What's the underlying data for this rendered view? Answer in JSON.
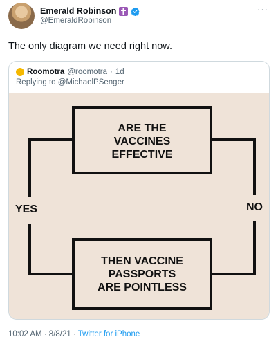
{
  "tweet": {
    "author_name": "Emerald Robinson",
    "author_handle": "@EmeraldRobinson",
    "text": "The only diagram we need right now.",
    "more_icon": "more-horizontal-icon",
    "badges": [
      "cross-icon",
      "verified-icon"
    ]
  },
  "quote": {
    "author_name": "Roomotra",
    "author_handle": "@roomotra",
    "dot": "·",
    "time": "1d",
    "reply_prefix": "Replying to ",
    "reply_user": "@MichaelPSenger",
    "diagram": {
      "top_box": [
        "ARE THE",
        "VACCINES",
        "EFFECTIVE"
      ],
      "bottom_box": [
        "THEN VACCINE",
        "PASSPORTS",
        "ARE POINTLESS"
      ],
      "left_label": "YES",
      "right_label": "NO",
      "background": "#efe3d8"
    }
  },
  "footer": {
    "time": "10:02 AM · 8/8/21 · ",
    "source": "Twitter for iPhone"
  },
  "colors": {
    "accent": "#1d9bf0",
    "secondary_text": "#536471",
    "badge_purple": "#9b59b6"
  }
}
